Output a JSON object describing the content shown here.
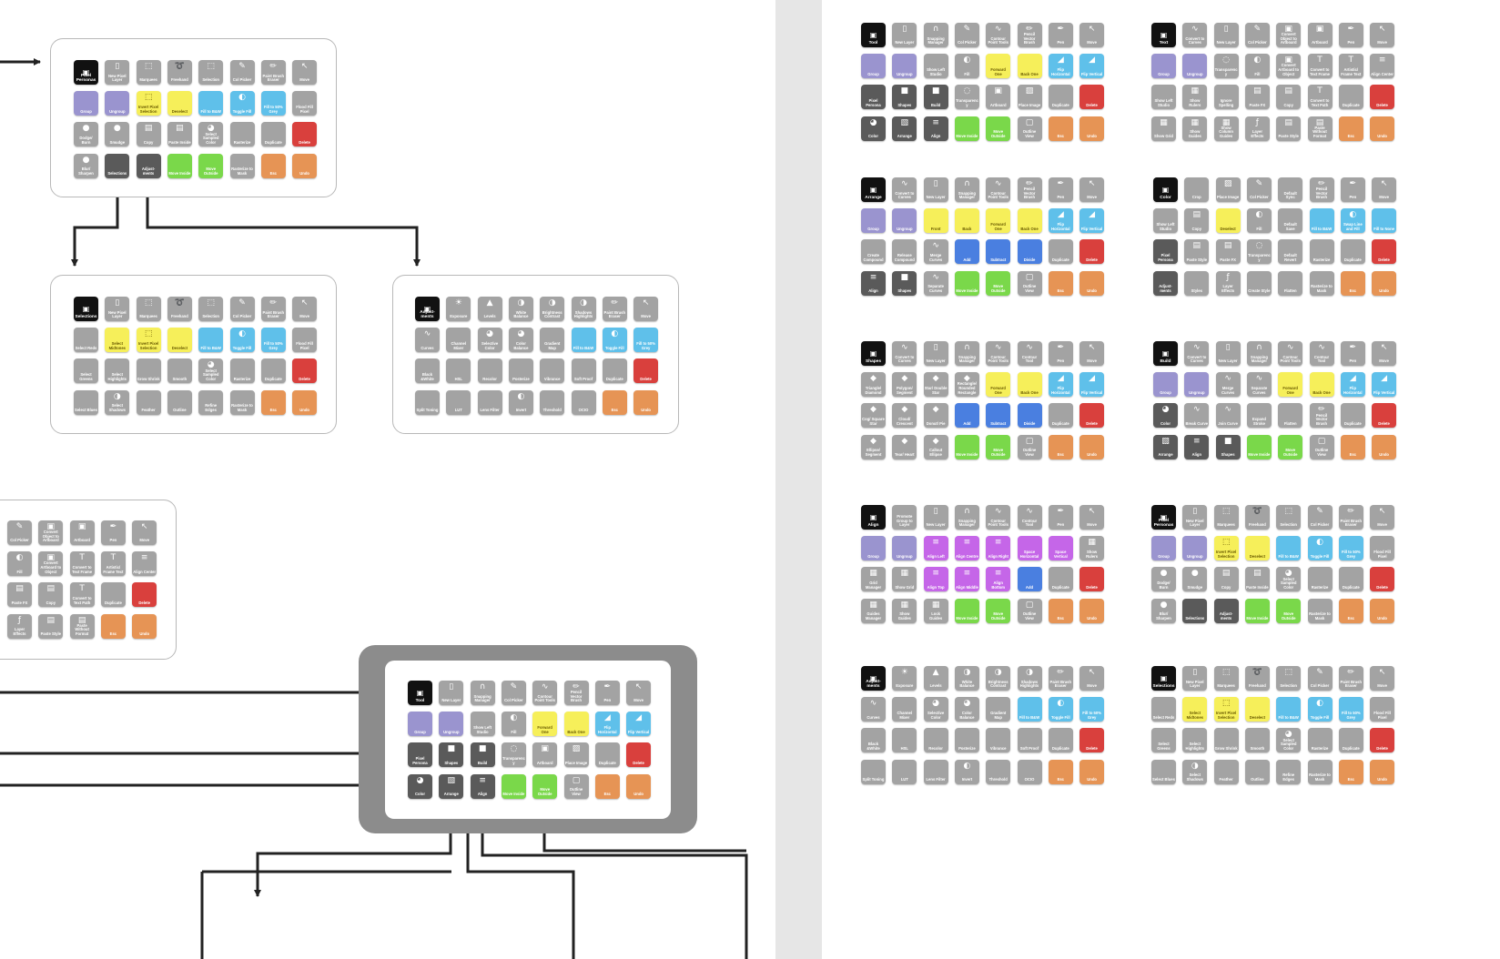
{
  "colors": {
    "grey": "#a3a3a3",
    "dark": "#5a5a5a",
    "black": "#111111",
    "purple": "#9a94cf",
    "yellow": "#f6ef5a",
    "blue": "#5fc0ea",
    "green": "#7ad84a",
    "orange": "#e69455",
    "red": "#d9403d",
    "royal": "#4a7fe0",
    "magenta": "#c566e8",
    "line": "#222222"
  },
  "layouts": {
    "pixel": [
      [
        "Pixel Personas",
        "New Pixel Layer",
        "Marquees",
        "Freehand",
        "Selection",
        "Col Picker",
        "Paint Brush Eraser",
        "Move"
      ],
      [
        "Group",
        "Ungroup",
        "Invert Pixel Selection",
        "Deselect",
        "Fill to B&W",
        "Toggle Fill",
        "Fill to 50% Grey",
        "Flood Fill Pixel"
      ],
      [
        "Dodge/ Burn",
        "Smudge",
        "Copy",
        "Paste Inside",
        "Select Sampled Color",
        "Rasterize",
        "Duplicate",
        "Delete"
      ],
      [
        "Blur/ Sharpen",
        "Selections",
        "Adjust-ments",
        "Move Inside",
        "Move Outside",
        "Rasterize to Mask",
        "Esc",
        "Undo"
      ]
    ],
    "selections": [
      [
        "Selections",
        "New Pixel Layer",
        "Marquees",
        "Freehand",
        "Selection",
        "Col Picker",
        "Paint Brush Eraser",
        "Move"
      ],
      [
        "Select Reds",
        "Select Midtones",
        "Invert Pixel Selection",
        "Deselect",
        "Fill to B&W",
        "Toggle Fill",
        "Fill to 50% Grey",
        "Flood Fill Pixel"
      ],
      [
        "Select Greens",
        "Select Highlights",
        "Grow Shrink",
        "Smooth",
        "Select Sampled Color",
        "Rasterize",
        "Duplicate",
        "Delete"
      ],
      [
        "Select Blues",
        "Select Shadows",
        "Feather",
        "Outline",
        "Refine Edges",
        "Rasterize to Mask",
        "Esc",
        "Undo"
      ]
    ],
    "adjustments": [
      [
        "Adjust-ments",
        "Exposure",
        "Levels",
        "White Balance",
        "Brightness Contrast",
        "Shadows Highlights",
        "Paint Brush Eraser",
        "Move"
      ],
      [
        "Curves",
        "Channel Mixer",
        "Selective Color",
        "Color Balance",
        "Gradient Map",
        "Fill to B&W",
        "Toggle Fill",
        "Fill to 50% Grey"
      ],
      [
        "Black &White",
        "HSL",
        "Recolor",
        "Posterize",
        "Vibrance",
        "Soft Proof",
        "Duplicate",
        "Delete"
      ],
      [
        "Split Toning",
        "LUT",
        "Lens Filter",
        "Invert",
        "Threshold",
        "OCIO",
        "Esc",
        "Undo"
      ]
    ],
    "text_partial": [
      [
        "Col Picker",
        "Convert Object to Artboard",
        "Artboard",
        "Pen",
        "Move"
      ],
      [
        "Fill",
        "Convert Artboard to Object",
        "Convert to Text Frame",
        "Artistic/ Frame Text",
        "Align Center"
      ],
      [
        "Paste FX",
        "Copy",
        "Convert to Text Path",
        "Duplicate",
        "Delete"
      ],
      [
        "Layer Effects",
        "Paste Style",
        "Paste Without Format",
        "Esc",
        "Undo"
      ]
    ],
    "tool": [
      [
        "Tool",
        "New Layer",
        "Snapping Manager",
        "Col Picker",
        "Contour Point Tools",
        "Pencil Vector Brush",
        "Pen",
        "Move"
      ],
      [
        "Group",
        "Ungroup",
        "Show Left Studio",
        "Fill",
        "Forward One",
        "Back One",
        "Flip Horizontal",
        "Flip Vertical"
      ],
      [
        "Pixel Persona",
        "Shapes",
        "Build",
        "Transparency",
        "Artboard",
        "Place Image",
        "Duplicate",
        "Delete"
      ],
      [
        "Color",
        "Arrange",
        "Align",
        "Move Inside",
        "Move Outside",
        "Outline View",
        "Esc",
        "Undo"
      ]
    ],
    "text": [
      [
        "Text",
        "Convert to Curves",
        "New Layer",
        "Col Picker",
        "Convert Object to Artboard",
        "Artboard",
        "Pen",
        "Move"
      ],
      [
        "Group",
        "Ungroup",
        "Transparency",
        "Fill",
        "Convert Artboard to Object",
        "Convert to Text Frame",
        "Artistic/ Frame Text",
        "Align Center"
      ],
      [
        "Show Left Studio",
        "Show Rulers",
        "Ignore Spelling",
        "Paste FX",
        "Copy",
        "Convert to Text Path",
        "Duplicate",
        "Delete"
      ],
      [
        "Show Grid",
        "Show Guides",
        "Show Column Guides",
        "Layer Effects",
        "Paste Style",
        "Paste Without Format",
        "Esc",
        "Undo"
      ]
    ],
    "arrange": [
      [
        "Arrange",
        "Convert to Curves",
        "New Layer",
        "Snapping Manager",
        "Contour Point Tools",
        "Pencil Vector Brush",
        "Pen",
        "Move"
      ],
      [
        "Group",
        "Ungroup",
        "Front",
        "Back",
        "Forward One",
        "Back One",
        "Flip Horizontal",
        "Flip Vertical"
      ],
      [
        "Create Compound",
        "Release Compound",
        "Merge Curves",
        "Add",
        "Subtract",
        "Divide",
        "Duplicate",
        "Delete"
      ],
      [
        "Align",
        "Shapes",
        "Separate Curves",
        "Move Inside",
        "Move Outside",
        "Outline View",
        "Esc",
        "Undo"
      ]
    ],
    "color": [
      [
        "Color",
        "Crop",
        "Place Image",
        "Col Picker",
        "Default Sync",
        "Pencil Vector Brush",
        "Pen",
        "Move"
      ],
      [
        "Show Left Studio",
        "Copy",
        "Deselect",
        "Fill",
        "Default Save",
        "Fill to B&W",
        "Swap Line and Fill",
        "Fill to None"
      ],
      [
        "Pixel Persona",
        "Paste Style",
        "Paste FX",
        "Transparency",
        "Default Revert",
        "Rasterize",
        "Duplicate",
        "Delete"
      ],
      [
        "Adjust-ments",
        "Styles",
        "Layer Effects",
        "Create Style",
        "Flatten",
        "Rasterize to Mask",
        "Esc",
        "Undo"
      ]
    ],
    "shapes": [
      [
        "Shapes",
        "Convert to Curves",
        "New Layer",
        "Snapping Manager",
        "Contour Point Tools",
        "Contour Tool",
        "Pen",
        "Move"
      ],
      [
        "Triangle/ Diamond",
        "Polygon/ Segment",
        "Star/ Double Star",
        "Rectangle/ Rounded Rectangle",
        "Forward One",
        "Back One",
        "Flip Horizontal",
        "Flip Vertical"
      ],
      [
        "Cog/ Square Star",
        "Cloud/ Crescent",
        "Donut/ Pie",
        "Add",
        "Subtract",
        "Divide",
        "Duplicate",
        "Delete"
      ],
      [
        "Ellipse/ Segment",
        "Tear/ Heart",
        "Callout Ellipse",
        "Move Inside",
        "Move Outside",
        "Outline View",
        "Esc",
        "Undo"
      ]
    ],
    "build": [
      [
        "Build",
        "Convert to Curves",
        "New Layer",
        "Snapping Manager",
        "Contour Point Tools",
        "Contour Tool",
        "Pen",
        "Move"
      ],
      [
        "Group",
        "Ungroup",
        "Merge Curves",
        "Separate Curves",
        "Forward One",
        "Back One",
        "Flip Horizontal",
        "Flip Vertical"
      ],
      [
        "Color",
        "Break Curve",
        "Join Curve",
        "Expand Stroke",
        "Flatten",
        "Pencil Vector Brush",
        "Duplicate",
        "Delete"
      ],
      [
        "Arrange",
        "Align",
        "Shapes",
        "Move Inside",
        "Move Outside",
        "Outline View",
        "Esc",
        "Undo"
      ]
    ],
    "align": [
      [
        "Align",
        "Promote Group to Layer",
        "New Layer",
        "Snapping Manager",
        "Contour Point Tools",
        "Contour Tool",
        "Pen",
        "Move"
      ],
      [
        "Group",
        "Ungroup",
        "Align Left",
        "Align Centre",
        "Align Right",
        "Space Horizontal",
        "Space Vertical",
        "Show Rulers"
      ],
      [
        "Grid Manager",
        "Show Grid",
        "Align Top",
        "Align Middle",
        "Align Bottom",
        "Add",
        "Duplicate",
        "Delete"
      ],
      [
        "Guides Manager",
        "Show Guides",
        "Lock Guides",
        "Move Inside",
        "Move Outside",
        "Outline View",
        "Esc",
        "Undo"
      ]
    ]
  }
}
